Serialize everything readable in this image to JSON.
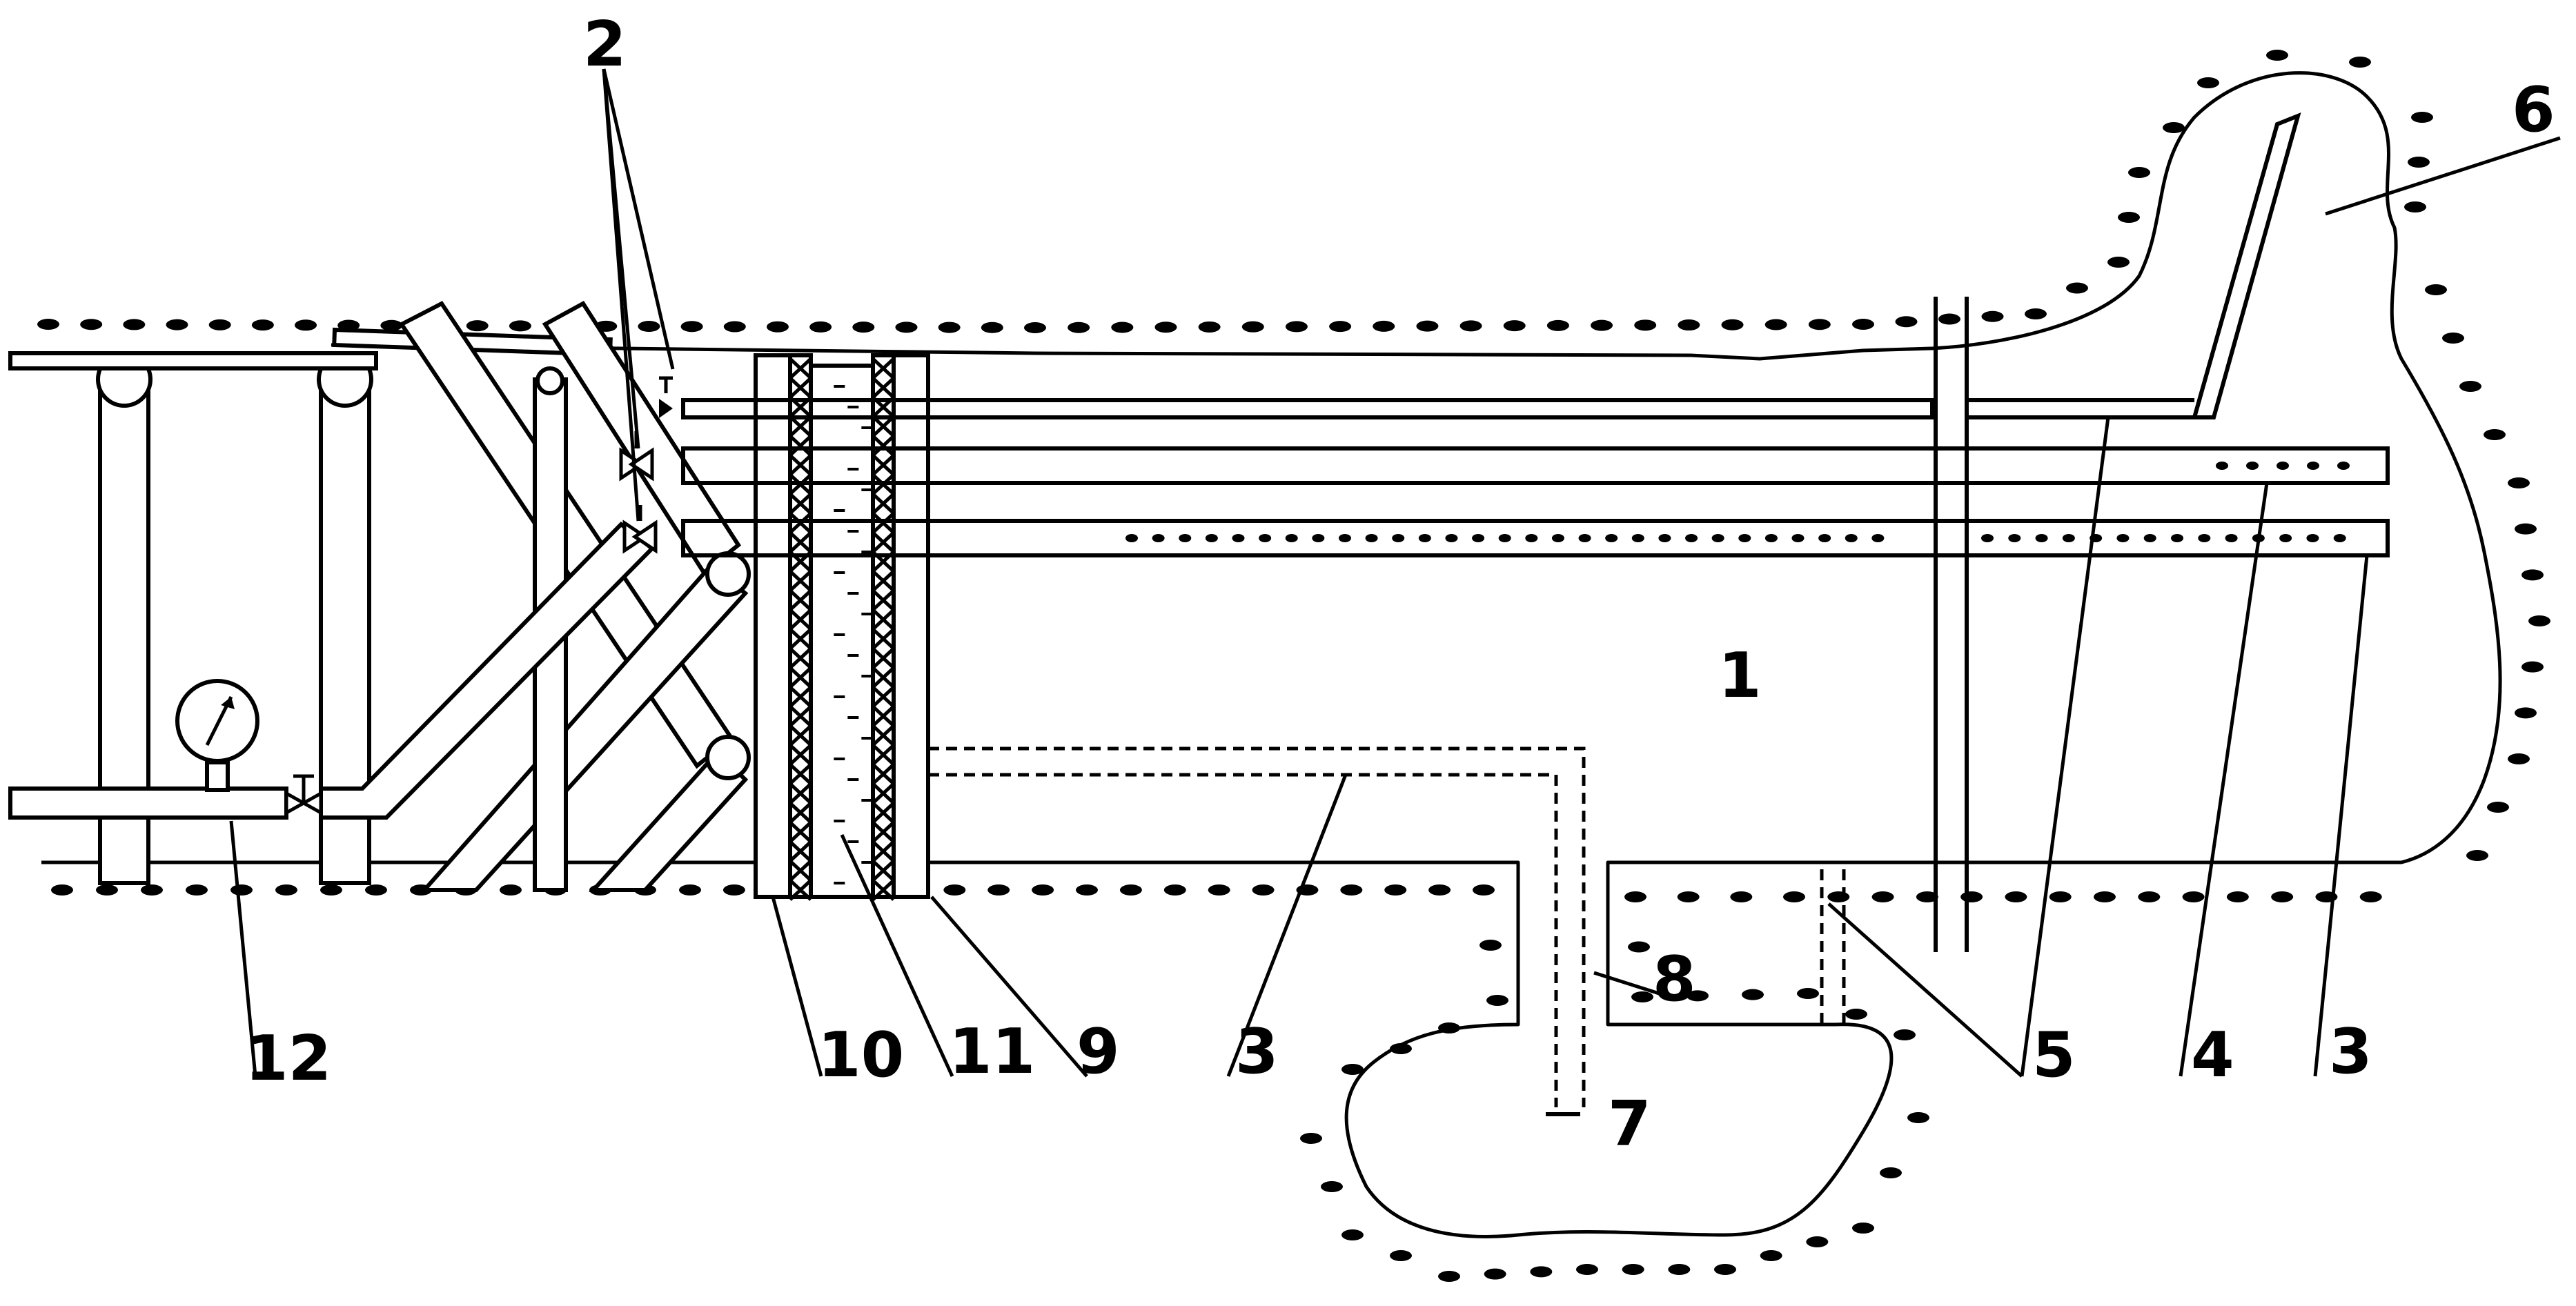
{
  "labels": {
    "chamber_main": "1",
    "valves_group": "2",
    "pipe_3_a": "3",
    "pipe_3_b": "3",
    "pipe_4": "4",
    "pipe_5": "5",
    "upper_cavity": "6",
    "lower_cavity": "7",
    "drain_8": "8",
    "wall_9": "9",
    "wall_10": "10",
    "fill_11": "11",
    "gauge_12": "12"
  },
  "icons": {
    "pressure_gauge": "pressure-gauge-icon",
    "valve": "valve-icon"
  },
  "colors": {
    "line": "#000000",
    "background": "#ffffff"
  }
}
